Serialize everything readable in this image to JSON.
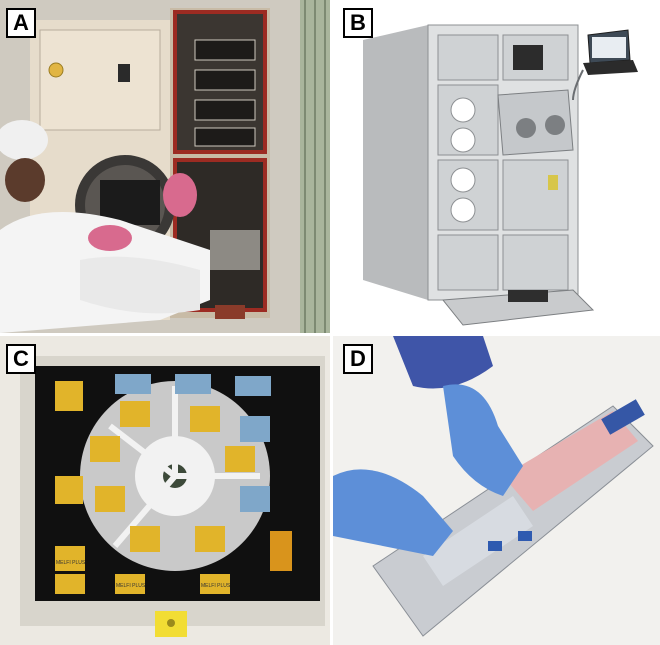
{
  "panels": [
    {
      "id": "A",
      "label": "A",
      "subject": "lab-worker-installing-module"
    },
    {
      "id": "B",
      "label": "B",
      "subject": "rack-facility-with-laptop"
    },
    {
      "id": "C",
      "label": "C",
      "subject": "centrifuge-with-experiment-containers"
    },
    {
      "id": "D",
      "label": "D",
      "subject": "gloved-hands-on-cassette"
    }
  ],
  "container_labels": [
    "MELFI PLUS",
    "MELFI PLUS",
    "MELFI PLUS"
  ]
}
